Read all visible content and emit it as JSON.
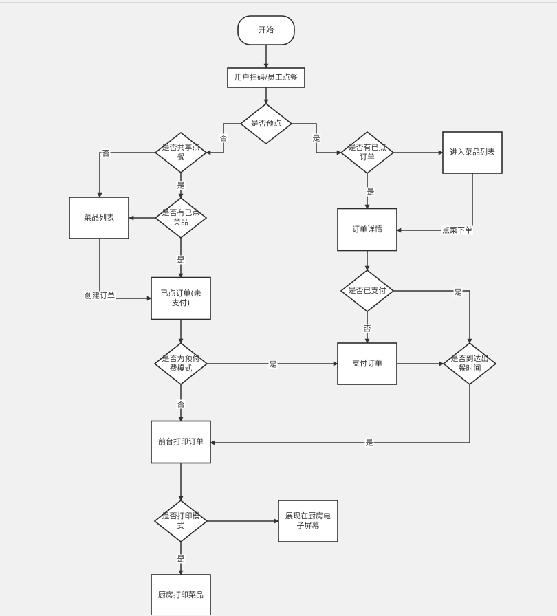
{
  "diagram": {
    "type": "flowchart",
    "colors": {
      "background": "#f1f1f1",
      "node_fill": "#ffffff",
      "stroke": "#2b2b2b"
    },
    "nodes": {
      "start": {
        "label": "开始",
        "shape": "terminal"
      },
      "scan_order": {
        "label": "用户扫码/员工点餐",
        "shape": "process"
      },
      "is_preorder": {
        "label": "是否预点",
        "shape": "decision"
      },
      "is_shared": {
        "label": "是否共享点\n餐",
        "shape": "decision"
      },
      "has_ordered_dishes": {
        "label": "是否有已点\n菜品",
        "shape": "decision"
      },
      "dish_list": {
        "label": "菜品列表",
        "shape": "process"
      },
      "ordered_unpaid": {
        "label": "已点订单(未\n支付)",
        "shape": "process"
      },
      "is_prepay_mode": {
        "label": "是否为预付\n费模式",
        "shape": "decision"
      },
      "front_print": {
        "label": "前台打印订单",
        "shape": "process"
      },
      "is_print_mode": {
        "label": "是否打印模\n式",
        "shape": "decision"
      },
      "kitchen_screen": {
        "label": "展现在厨房电\n子屏幕",
        "shape": "process"
      },
      "kitchen_print": {
        "label": "厨房打印菜品",
        "shape": "process"
      },
      "has_order": {
        "label": "是否有已点\n订单",
        "shape": "decision"
      },
      "enter_dish_list": {
        "label": "进入菜品列表",
        "shape": "process"
      },
      "order_detail": {
        "label": "订单详情",
        "shape": "process"
      },
      "is_paid": {
        "label": "是否已支付",
        "shape": "decision"
      },
      "pay_order": {
        "label": "支付订单",
        "shape": "process"
      },
      "is_serving_time": {
        "label": "是否到达出\n餐时间",
        "shape": "decision"
      }
    },
    "edges": [
      {
        "from": "start",
        "to": "scan_order",
        "label": ""
      },
      {
        "from": "scan_order",
        "to": "is_preorder",
        "label": ""
      },
      {
        "from": "is_preorder",
        "to": "is_shared",
        "label": "否"
      },
      {
        "from": "is_preorder",
        "to": "has_order",
        "label": "是"
      },
      {
        "from": "is_shared",
        "to": "dish_list",
        "label": "否"
      },
      {
        "from": "is_shared",
        "to": "has_ordered_dishes",
        "label": "是"
      },
      {
        "from": "has_ordered_dishes",
        "to": "dish_list",
        "label": ""
      },
      {
        "from": "has_ordered_dishes",
        "to": "ordered_unpaid",
        "label": "是"
      },
      {
        "from": "dish_list",
        "to": "ordered_unpaid",
        "label": "创建订单"
      },
      {
        "from": "ordered_unpaid",
        "to": "is_prepay_mode",
        "label": ""
      },
      {
        "from": "is_prepay_mode",
        "to": "pay_order",
        "label": "是"
      },
      {
        "from": "is_prepay_mode",
        "to": "front_print",
        "label": "否"
      },
      {
        "from": "front_print",
        "to": "is_print_mode",
        "label": ""
      },
      {
        "from": "is_print_mode",
        "to": "kitchen_screen",
        "label": ""
      },
      {
        "from": "is_print_mode",
        "to": "kitchen_print",
        "label": "是"
      },
      {
        "from": "has_order",
        "to": "enter_dish_list",
        "label": ""
      },
      {
        "from": "has_order",
        "to": "order_detail",
        "label": "是"
      },
      {
        "from": "enter_dish_list",
        "to": "order_detail",
        "label": "点菜下单"
      },
      {
        "from": "order_detail",
        "to": "is_paid",
        "label": ""
      },
      {
        "from": "is_paid",
        "to": "is_serving_time",
        "label": "是"
      },
      {
        "from": "is_paid",
        "to": "pay_order",
        "label": "否"
      },
      {
        "from": "pay_order",
        "to": "is_serving_time",
        "label": ""
      },
      {
        "from": "is_serving_time",
        "to": "front_print",
        "label": "是"
      }
    ]
  }
}
